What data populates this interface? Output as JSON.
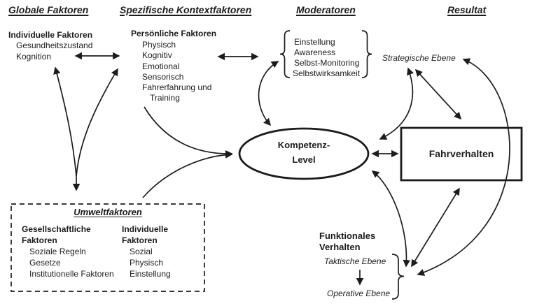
{
  "headers": {
    "global": "Globale Faktoren",
    "specific": "Spezifische Kontextfaktoren",
    "moderators": "Moderatoren",
    "result": "Resultat"
  },
  "individual_factors": {
    "title": "Individuelle Faktoren",
    "items": [
      "Gesundheitszustand",
      "Kognition"
    ]
  },
  "personal_factors": {
    "title": "Persönliche Faktoren",
    "items": [
      "Physisch",
      "Kognitiv",
      "Emotional",
      "Sensorisch",
      "Fahrerfahrung und",
      "Training"
    ]
  },
  "moderators": {
    "items": [
      "Einstellung",
      "Awareness",
      "Selbst-Monitoring",
      "Selbstwirksamkeit"
    ]
  },
  "levels": {
    "strategic": "Strategische Ebene",
    "tactical": "Taktische Ebene",
    "operative": "Operative Ebene"
  },
  "competence": {
    "line1": "Kompetenz-",
    "line2": "Level"
  },
  "driving_behavior": {
    "label": "Fahrverhalten"
  },
  "environment": {
    "title": "Umweltfaktoren",
    "social": {
      "title_line1": "Gesellschaftliche",
      "title_line2": "Faktoren",
      "items": [
        "Soziale Regeln",
        "Gesetze",
        "Institutionelle Faktoren"
      ]
    },
    "individual": {
      "title_line1": "Individuelle",
      "title_line2": "Faktoren",
      "items": [
        "Sozial",
        "Physisch",
        "Einstellung"
      ]
    }
  },
  "functional": {
    "title_line1": "Funktionales",
    "title_line2": "Verhalten"
  },
  "colors": {
    "ink": "#1c1c1c",
    "background": "#ffffff"
  }
}
